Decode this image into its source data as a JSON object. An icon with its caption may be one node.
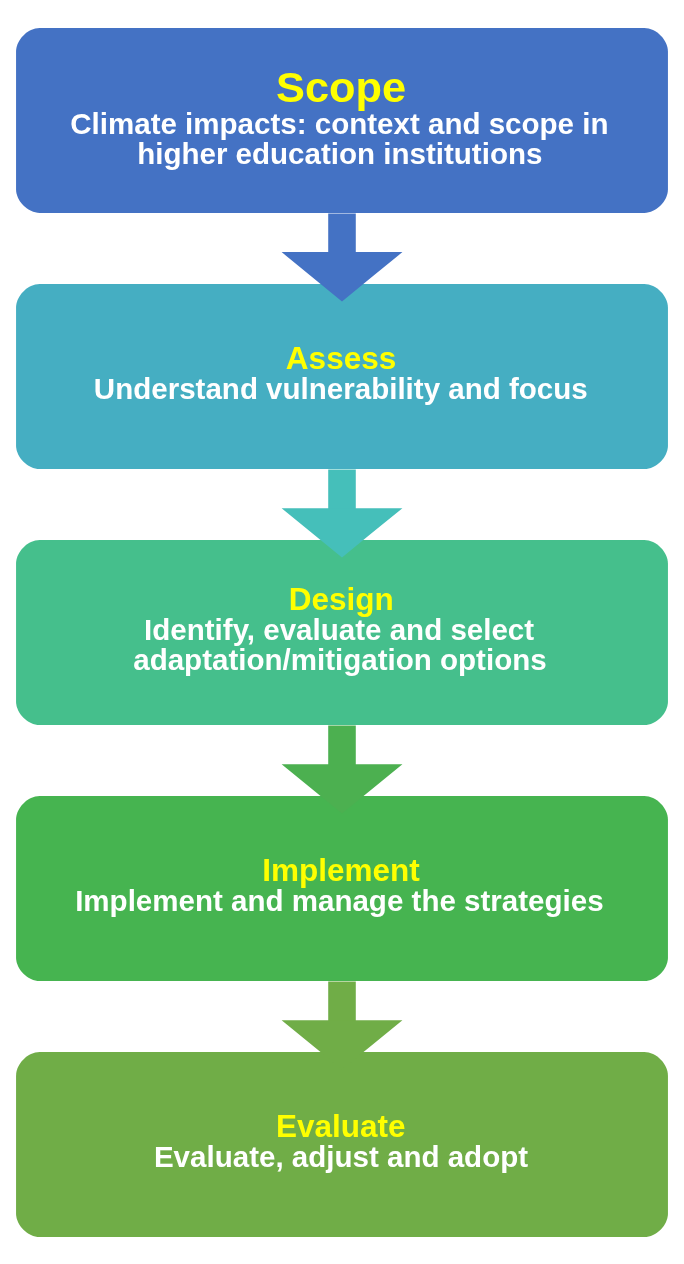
{
  "diagram": {
    "nodes": [
      {
        "text": [
          "Scope",
          "Climate impacts: context and scope in higher education institutions"
        ]
      },
      {
        "text": [
          "Assess",
          "Understand vulnerability and focus"
        ]
      },
      {
        "text": [
          "Design",
          "Identify, evaluate and select adaptation/mitigation options"
        ]
      },
      {
        "text": [
          "Implement",
          "Implement and manage the strategies"
        ]
      },
      {
        "text": [
          "Evaluate",
          "Evaluate, adjust and adopt"
        ]
      }
    ],
    "edges": [
      {
        "from": 0,
        "to": 1,
        "arrow": "to",
        "color": "#4472c4"
      },
      {
        "from": 1,
        "to": 2,
        "arrow": "to",
        "color": "#45bfba"
      },
      {
        "from": 2,
        "to": 3,
        "arrow": "to",
        "color": "#4cb050"
      },
      {
        "from": 3,
        "to": 4,
        "arrow": "to",
        "color": "#70ad47"
      }
    ]
  }
}
